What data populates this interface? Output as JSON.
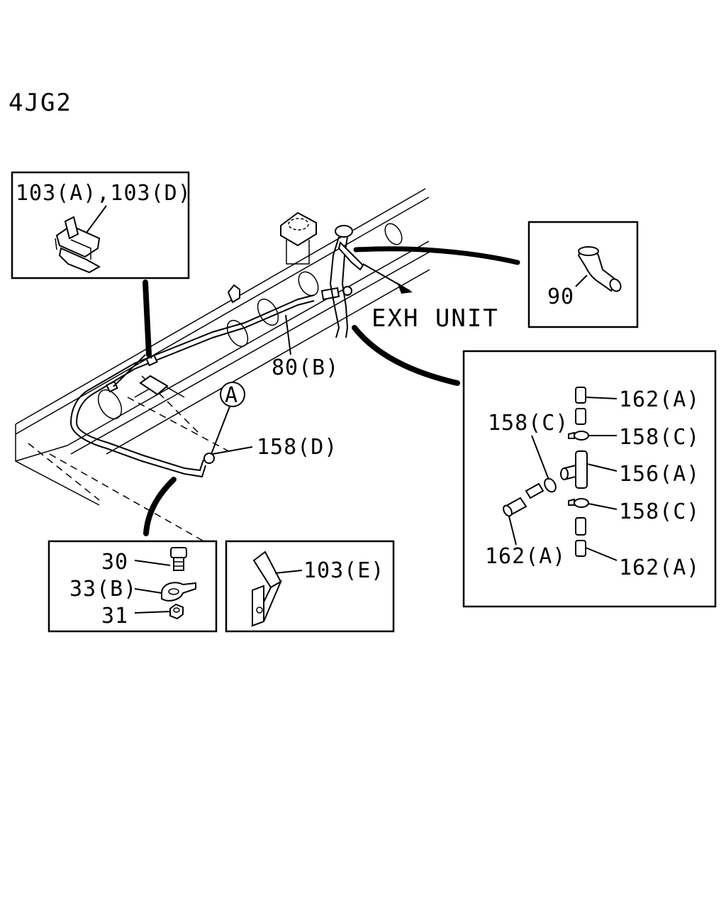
{
  "model_code": "4JG2",
  "main_labels": {
    "exh_unit": "EXH UNIT",
    "pipe": "80(B)",
    "view_marker": "A",
    "clamp": "158(D)"
  },
  "insets": {
    "clip": {
      "label": "103(A),103(D)"
    },
    "elbow": {
      "label": "90"
    },
    "fasteners": {
      "bolt": "30",
      "clamp": "33(B)",
      "nut": "31"
    },
    "bracket": {
      "label": "103(E)"
    },
    "tee_joint": {
      "top_hose": "162(A)",
      "top_clip": "158(C)",
      "tee": "156(A)",
      "bottom_clip": "158(C)",
      "bottom_hose": "162(A)",
      "side_clip": "158(C)",
      "side_hose": "162(A)"
    }
  }
}
